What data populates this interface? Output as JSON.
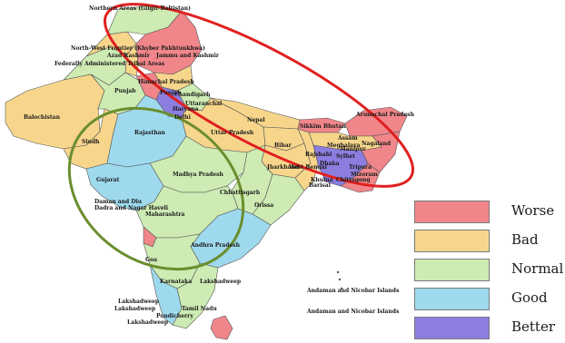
{
  "legend": [
    {
      "label": "Worse",
      "color": "#f0868a"
    },
    {
      "label": "Bad",
      "color": "#f7d68c"
    },
    {
      "label": "Normal",
      "color": "#cdebb3"
    },
    {
      "label": "Good",
      "color": "#9fd9ee"
    },
    {
      "label": "Better",
      "color": "#8c7ee0"
    }
  ],
  "regions": {
    "northern_areas": "Northern Areas (Gilgit-Baltistan)",
    "nwfp": "North-West Frontier (Khyber Pakhtunkhwa)",
    "azad_kashmir": "Azad Kashmir",
    "jammu_kashmir": "Jammu and Kashmir",
    "fata": "Federally Administered Tribal Areas",
    "himachal": "Himachal Pradesh",
    "punjab": "Punjab",
    "punjab_in": "Punjab",
    "chandigarh": "Chandigarh",
    "uttaranchal": "Uttaranchal",
    "haryana": "Haryana",
    "delhi": "Delhi",
    "balochistan": "Balochistan",
    "nepal": "Nepal",
    "sikkim": "Sikkim",
    "bhutan": "Bhutan",
    "arunachal": "Arunachal Pradesh",
    "sindh": "Sindh",
    "rajasthan": "Rajasthan",
    "uttar_pradesh": "Uttar Pradesh",
    "bihar": "Bihar",
    "assam": "Assam",
    "nagaland": "Nagaland",
    "meghalaya": "Meghalaya",
    "manipur": "Manipur",
    "rajshahi": "Rajshahi",
    "sylhet": "Sylhet",
    "dhaka": "Dhaka",
    "tripura": "Tripura",
    "mizoram": "Mizoram",
    "jharkhand": "Jharkhand",
    "west_bengal": "West Bengal",
    "chittagong": "Chittagong",
    "khulna": "Khulna",
    "barisal": "Barisal",
    "gujarat": "Gujarat",
    "madhya_pradesh": "Madhya Pradesh",
    "chhattisgarh": "Chhattisgarh",
    "daman_diu": "Daman and Diu",
    "dadra": "Dadra and Nagar Haveli",
    "maharashtra": "Maharashtra",
    "orissa": "Orissa",
    "andhra": "Andhra Pradesh",
    "goa": "Goa",
    "karnataka": "Karnataka",
    "lakshadweep": "Lakshadweep",
    "lakshadweep2": "Lakshadweep",
    "lakshadweep3": "Lakshadweep",
    "lakshadweep4": "Lakshadweep",
    "tamil_nadu": "Tamil Nadu",
    "pondicherry": "Pondicherry",
    "andaman1": "Andaman and Nicobar Islands",
    "andaman2": "Andaman and Nicobar Islands"
  },
  "annotations": {
    "red_ellipse_color": "#e02020",
    "green_ellipse_color": "#6b8e2e"
  }
}
